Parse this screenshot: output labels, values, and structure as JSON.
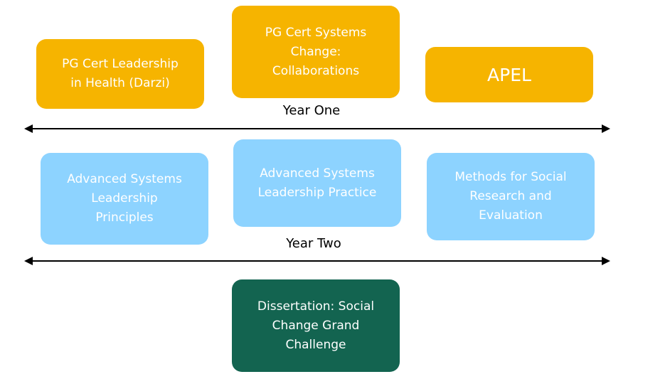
{
  "year_one": {
    "label": "Year One",
    "modules": [
      {
        "text": "PG Cert Leadership\nin Health (Darzi)"
      },
      {
        "text": "PG Cert Systems\nChange:\nCollaborations"
      },
      {
        "text": "APEL"
      }
    ]
  },
  "year_two": {
    "label": "Year Two",
    "modules": [
      {
        "text": "Advanced Systems\nLeadership\nPrinciples"
      },
      {
        "text": "Advanced Systems\nLeadership Practice"
      },
      {
        "text": "Methods for Social\nResearch and\nEvaluation"
      }
    ]
  },
  "final": {
    "text": "Dissertation: Social\nChange Grand\nChallenge"
  },
  "colors": {
    "year_one_box": "#f6b400",
    "year_two_box": "#8dd3ff",
    "dissertation_box": "#136450",
    "arrow": "#000000"
  }
}
